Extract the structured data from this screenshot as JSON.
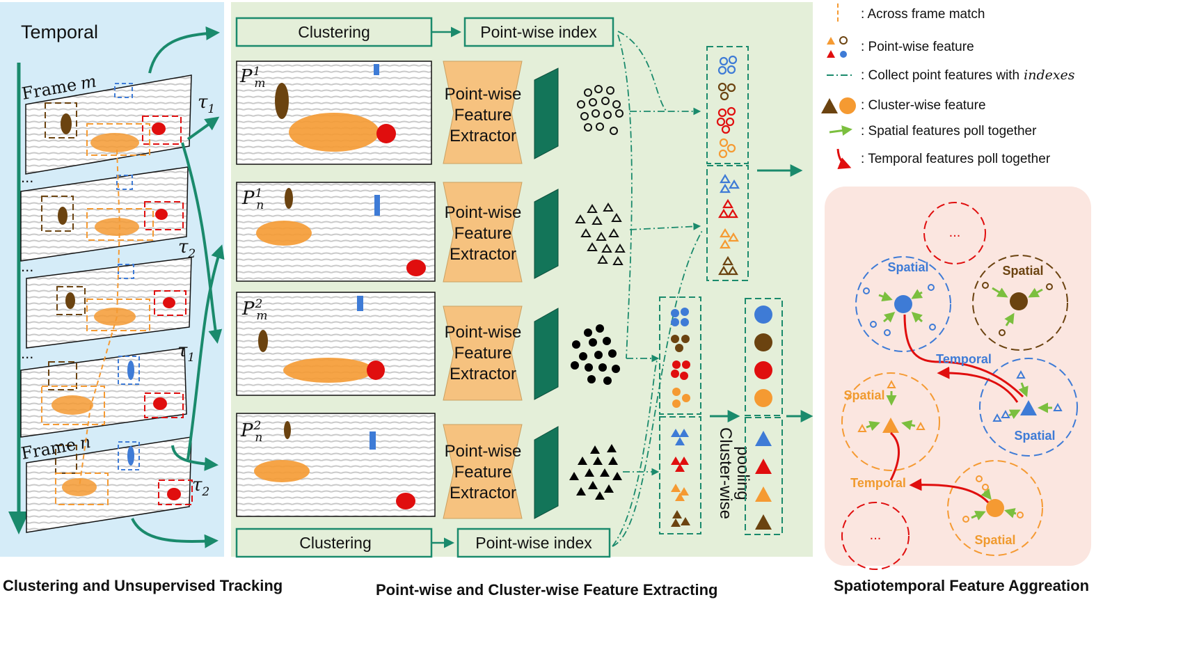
{
  "panels": {
    "tracking": {
      "title": "Temporal",
      "frame_m": "Frame",
      "frame_m_var": "m",
      "frame_n": "Frame",
      "frame_n_var": "n",
      "dots": "...",
      "tau": "τ",
      "sub1": "1",
      "sub2": "2",
      "caption": "Clustering and Unsupervised Tracking"
    },
    "extract": {
      "clustering": "Clustering",
      "pointwise_index": "Point-wise index",
      "extractor": [
        "Point-wise",
        "Feature",
        "Extractor"
      ],
      "P": "P",
      "m": "m",
      "n": "n",
      "sup1": "1",
      "sup2": "2",
      "pooling": [
        "Cluster-wise",
        "pooling"
      ],
      "caption": "Point-wise and Cluster-wise Feature Extracting"
    },
    "aggregation": {
      "spatial": "Spatial",
      "temporal": "Temporal",
      "ellipsis": "...",
      "caption": "Spatiotemporal Feature Aggreation"
    }
  },
  "legend": {
    "across_frame": ": Across frame match",
    "point_feature": ": Point-wise feature",
    "collect": ": Collect point features with",
    "collect_var": "indexes",
    "cluster_feature": ": Cluster-wise feature",
    "spatial_poll": ": Spatial features poll together",
    "temporal_poll": ": Temporal features poll together"
  },
  "colors": {
    "teal": "#1a8a6c",
    "blue": "#3e7bd6",
    "brown": "#6b4310",
    "red": "#e00e0e",
    "orange": "#f59a32",
    "green_arrow": "#7bbf3e",
    "light_blue_bg": "#d5ecf8",
    "light_green_bg": "#e4efd9",
    "light_pink_bg": "#fbe6e0",
    "extractor_fill": "#f6c27f"
  }
}
